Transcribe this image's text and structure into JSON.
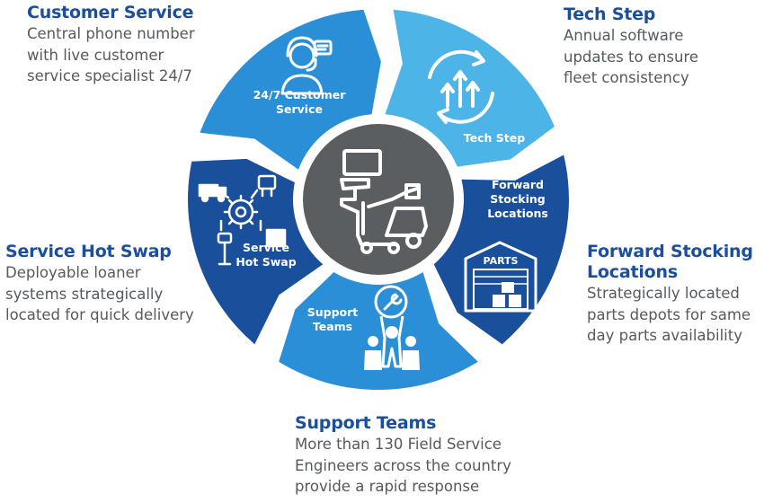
{
  "callouts": {
    "customer_service": {
      "title": "Customer Service",
      "lines": [
        "Central phone number",
        "with live customer",
        "service specialist 24/7"
      ]
    },
    "tech_step": {
      "title": "Tech Step",
      "lines": [
        "Annual software",
        "updates to ensure",
        "fleet consistency"
      ]
    },
    "forward_stocking": {
      "title_lines": [
        "Forward Stocking",
        "Locations"
      ],
      "lines": [
        "Strategically located",
        "parts depots for same",
        "day parts availability"
      ]
    },
    "service_hot_swap": {
      "title": "Service Hot Swap",
      "lines": [
        "Deployable loaner",
        "systems strategically",
        "located for quick delivery"
      ]
    },
    "support_teams": {
      "title": "Support Teams",
      "lines": [
        "More than 130 Field Service",
        "Engineers across the country",
        "provide a rapid response"
      ]
    }
  },
  "segments": {
    "customer_service": {
      "label_lines": [
        "24/7 Customer",
        "Service"
      ],
      "color": "#2a8fd6",
      "icon": "headset-agent-icon"
    },
    "tech_step": {
      "label_lines": [
        "Tech Step"
      ],
      "color": "#4cb4e6",
      "icon": "update-arrows-icon"
    },
    "forward_stocking": {
      "label_lines": [
        "Forward",
        "Stocking",
        "Locations"
      ],
      "color": "#1a4f9c",
      "icon": "parts-warehouse-icon"
    },
    "support_teams": {
      "label_lines": [
        "Support",
        "Teams"
      ],
      "color": "#2a8fd6",
      "icon": "support-team-icon"
    },
    "service_hot_swap": {
      "label_lines": [
        "Service",
        "Hot Swap"
      ],
      "color": "#1a4f9c",
      "icon": "logistics-gear-icon"
    }
  },
  "warehouse_sign": "PARTS",
  "center": {
    "color": "#5b5e61",
    "icon": "ultrasound-system-icon"
  },
  "colors": {
    "title": "#1b4f9c",
    "body": "#555a5e"
  }
}
